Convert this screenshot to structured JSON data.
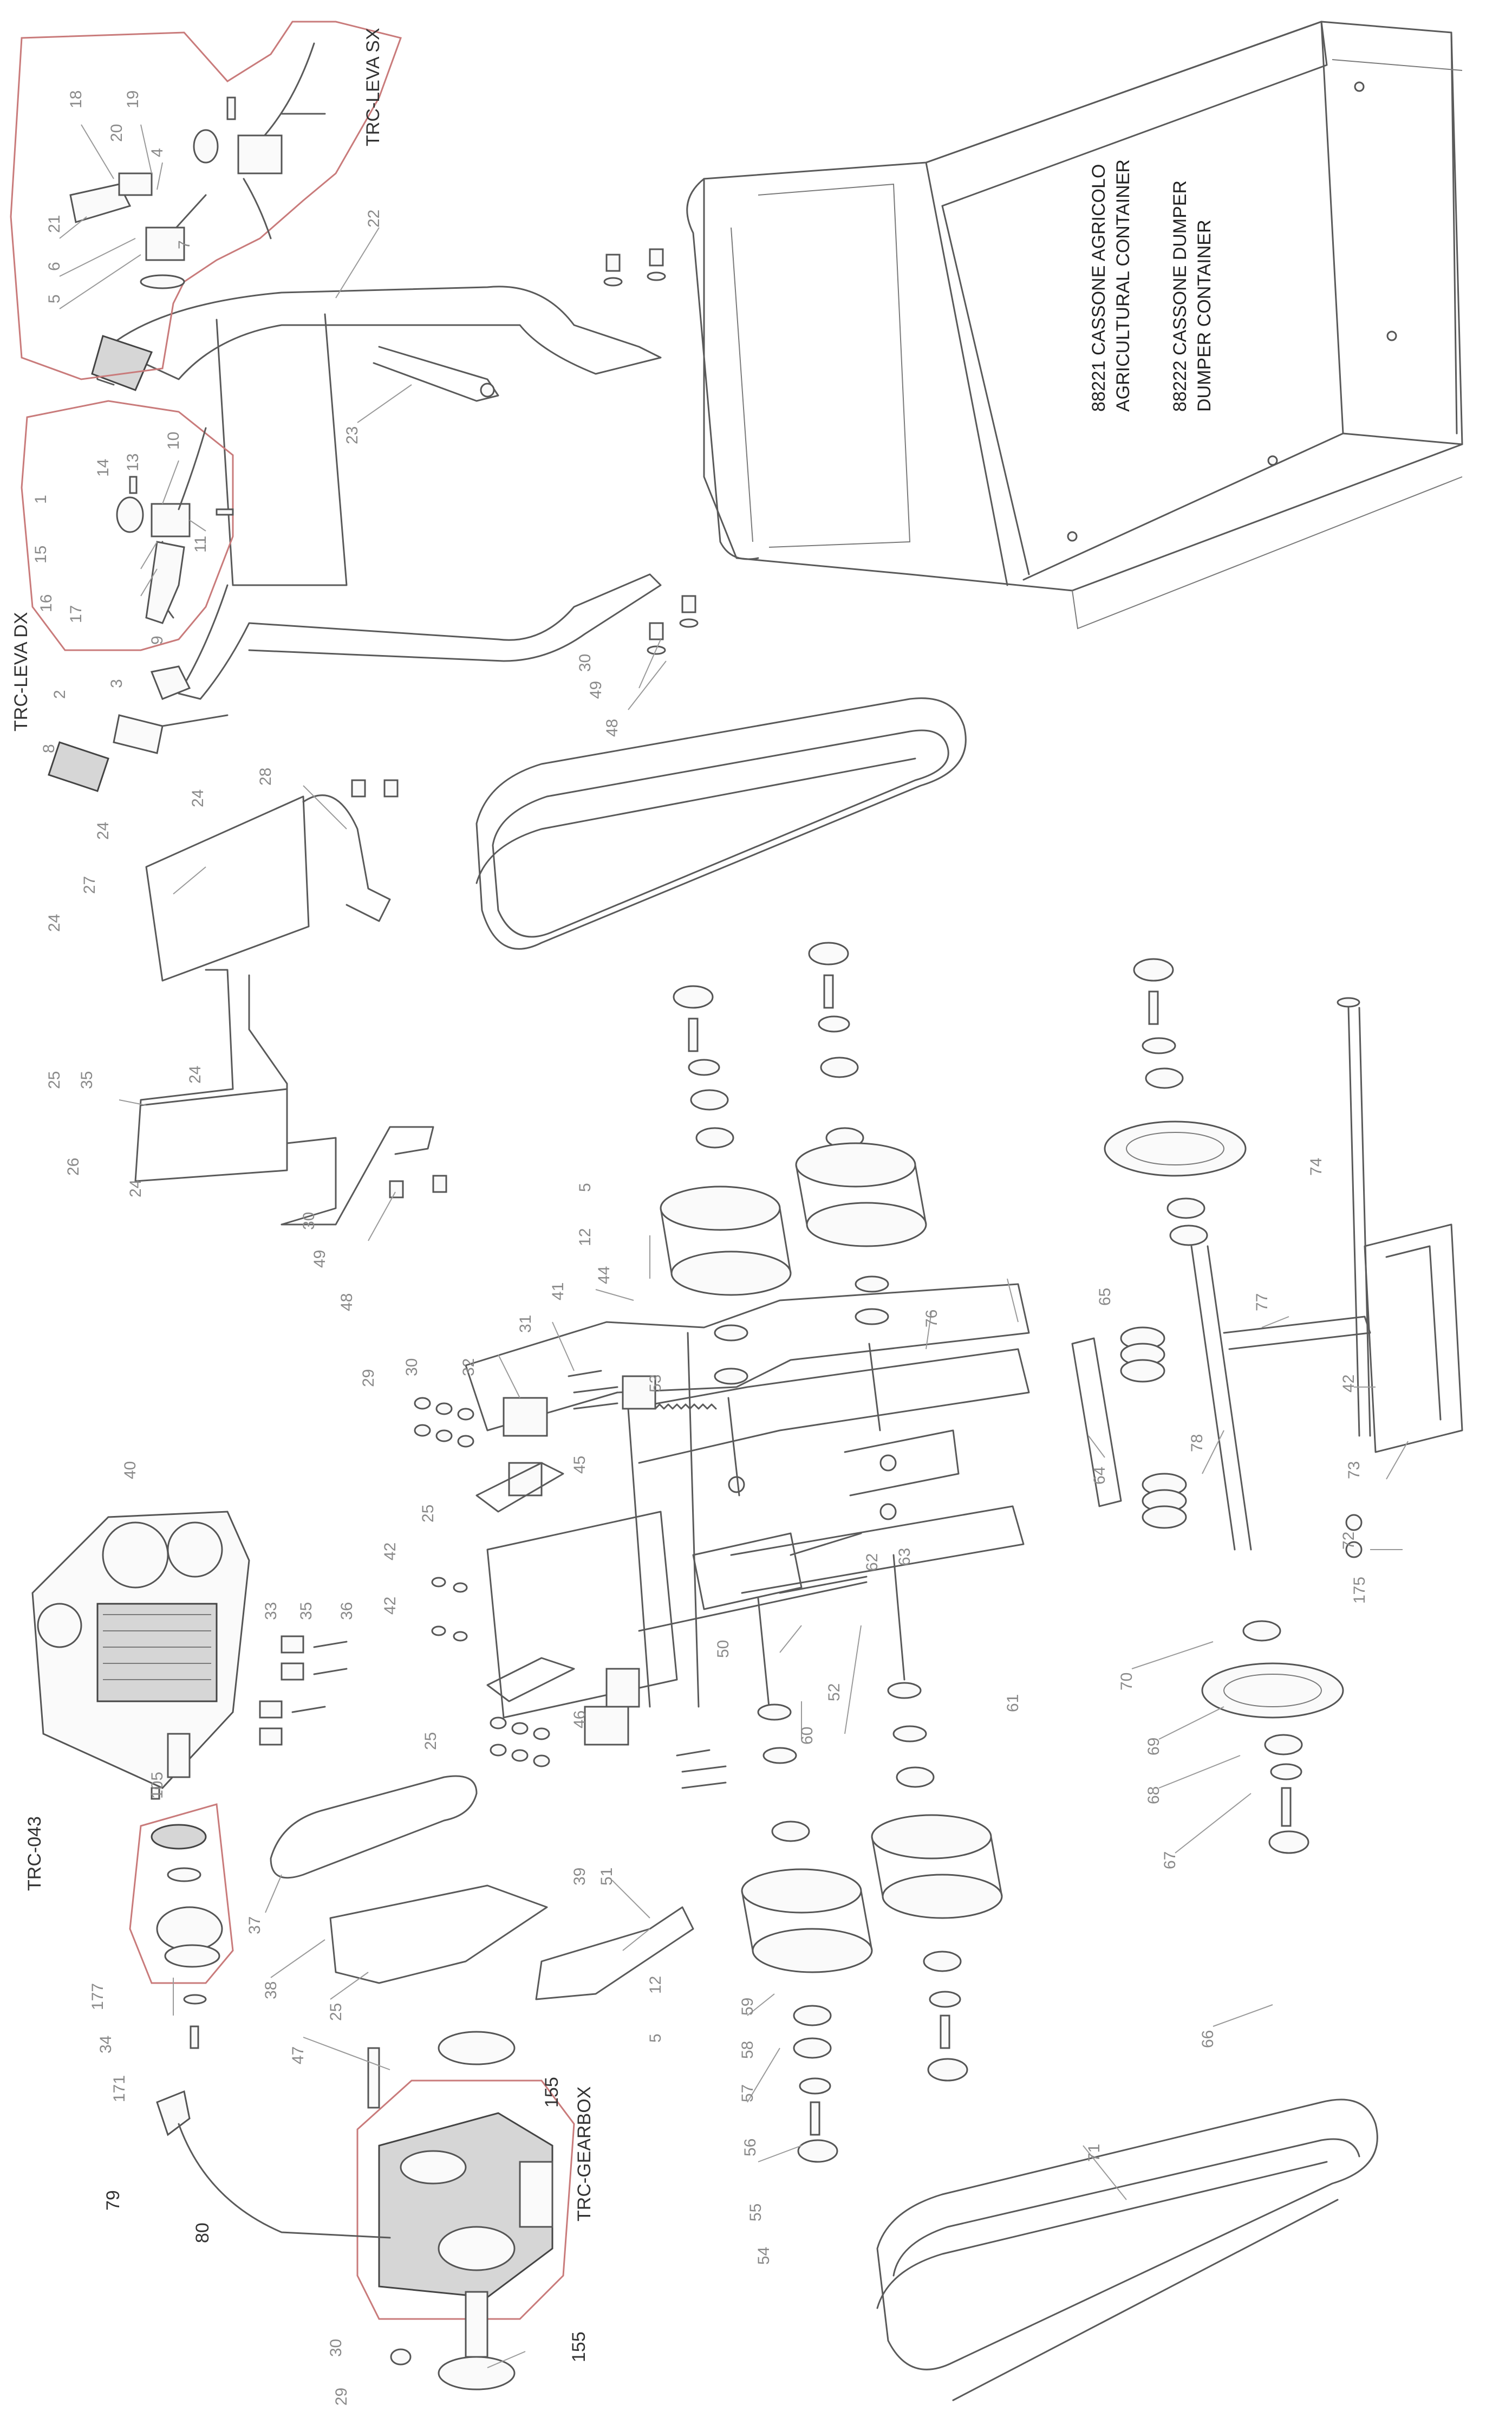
{
  "groups": {
    "lever_left": "TRC-LEVA SX",
    "lever_right": "TRC-LEVA DX",
    "clutch": "TRC-043",
    "gearbox": "TRC-GEARBOX"
  },
  "container_note": {
    "line1": "88221 CASSONE AGRICOLO",
    "line2": "AGRICULTURAL CONTAINER",
    "line3": "88222 CASSONE DUMPER",
    "line4": "DUMPER CONTAINER"
  },
  "labels": {
    "p18": "18",
    "p19": "19",
    "p20": "20",
    "p4": "4",
    "p21": "21",
    "p6": "6",
    "p5": "5",
    "p7": "7",
    "p22": "22",
    "p23": "23",
    "p10": "10",
    "p13": "13",
    "p14": "14",
    "p1": "1",
    "p15": "15",
    "p16": "16",
    "p17": "17",
    "p11": "11",
    "p9": "9",
    "p3": "3",
    "p2": "2",
    "p8": "8",
    "p30a": "30",
    "p49a": "49",
    "p48a": "48",
    "p28": "28",
    "p24a": "24",
    "p24b": "24",
    "p27": "27",
    "p24c": "24",
    "p24d": "24",
    "p25a": "25",
    "p35a": "35",
    "p26": "26",
    "p24e": "24",
    "p30b": "30",
    "p49b": "49",
    "p48b": "48",
    "p5b": "5",
    "p12a": "12",
    "p41": "41",
    "p44": "44",
    "p31": "31",
    "p32": "32",
    "p29a": "29",
    "p30c": "30",
    "p53": "53",
    "p45": "45",
    "p25b": "25",
    "p42a": "42",
    "p42b": "42",
    "p40": "40",
    "p33": "33",
    "p35b": "35",
    "p36": "36",
    "p50": "50",
    "p52": "52",
    "p62": "62",
    "p63": "63",
    "p61": "61",
    "p46": "46",
    "p25c": "25",
    "p76": "76",
    "p65": "65",
    "p64": "64",
    "p78": "78",
    "p77": "77",
    "p74": "74",
    "p42c": "42",
    "p73": "73",
    "p72": "72",
    "p175": "175",
    "p70": "70",
    "p69": "69",
    "p68": "68",
    "p67": "67",
    "p66": "66",
    "p105": "105",
    "p37": "37",
    "p38": "38",
    "p39": "39",
    "p25d": "25",
    "p51": "51",
    "p12b": "12",
    "p5c": "5",
    "p60": "60",
    "p59": "59",
    "p58": "58",
    "p57": "57",
    "p56": "56",
    "p55": "55",
    "p54": "54",
    "p177": "177",
    "p34": "34",
    "p171": "171",
    "p47": "47",
    "p155a": "155",
    "p79": "79",
    "p80": "80",
    "p30d": "30",
    "p29b": "29",
    "p155b": "155",
    "p71": "71"
  },
  "colors": {
    "group_outline": "#c97b7b",
    "line": "#5a5a5a",
    "callout": "#8a8a8a"
  }
}
